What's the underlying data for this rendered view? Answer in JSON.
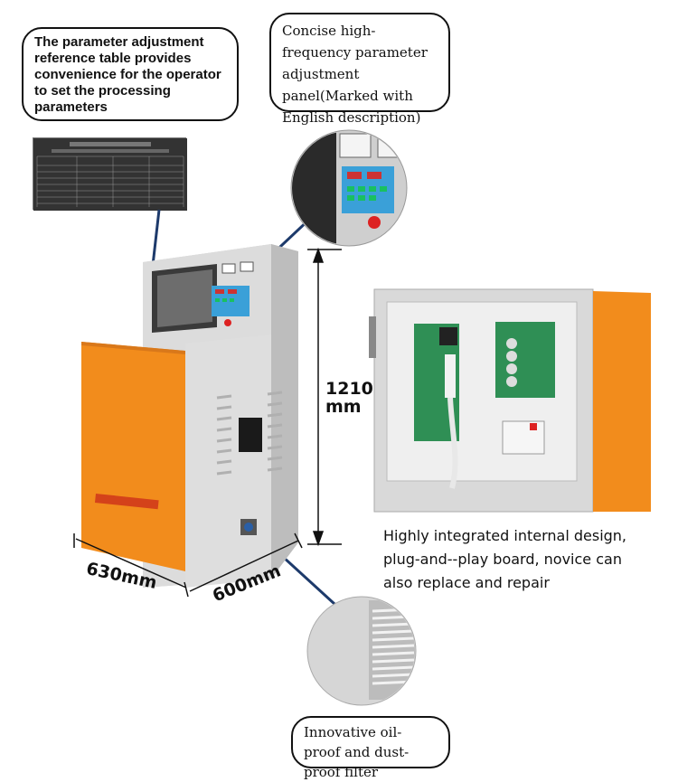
{
  "callouts": {
    "reference_table": "The parameter adjustment reference table provides convenience for the operator to set the processing parameters",
    "panel": "Concise high-frequency parameter adjustment panel(Marked with English description)",
    "filter": "Innovative oil-proof and dust-proof filter"
  },
  "captions": {
    "internal_design": "Highly integrated internal design, plug-and--play board, novice can also replace and repair"
  },
  "dimensions": {
    "height_value": "1210",
    "height_unit": "mm",
    "width": "630mm",
    "depth": "600mm"
  },
  "colors": {
    "door_orange": "#f28c1c",
    "cabinet_gray": "#d8d8d8",
    "panel_blue": "#3aa0d8",
    "led_green": "#19c060"
  }
}
